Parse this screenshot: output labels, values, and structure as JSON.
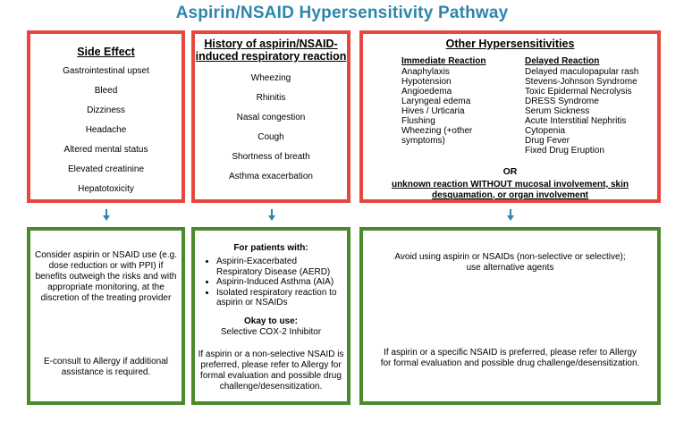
{
  "title": "Aspirin/NSAID Hypersensitivity Pathway",
  "side_effect": {
    "header": "Side Effect",
    "items": [
      "Gastrointestinal upset",
      "Bleed",
      "Dizziness",
      "Headache",
      "Altered mental status",
      "Elevated creatinine",
      "Hepatotoxicity"
    ]
  },
  "respiratory": {
    "header_line1": "History of aspirin/NSAID-",
    "header_line2": "induced respiratory reaction",
    "items": [
      "Wheezing",
      "Rhinitis",
      "Nasal congestion",
      "Cough",
      "Shortness of breath",
      "Asthma exacerbation"
    ]
  },
  "other": {
    "header": "Other Hypersensitivities",
    "immediate_title": "Immediate Reaction",
    "immediate_items": [
      "Anaphylaxis",
      "Hypotension",
      "Angioedema",
      "Laryngeal edema",
      "Hives / Urticaria",
      "Flushing",
      "Wheezing (+other symptoms)"
    ],
    "delayed_title": "Delayed Reaction",
    "delayed_items": [
      "Delayed maculopapular rash",
      "Stevens-Johnson Syndrome",
      "Toxic Epidermal Necrolysis",
      "DRESS Syndrome",
      "Serum Sickness",
      "Acute Interstitial Nephritis",
      "Cytopenia",
      "Drug Fever",
      "Fixed Drug Eruption"
    ],
    "or": "OR",
    "unknown_line1": "unknown reaction WITHOUT mucosal involvement, skin",
    "unknown_line2": "desquamation, or organ involvement"
  },
  "rec_side": {
    "p1_lines": [
      "Consider aspirin or NSAID use (e.g.",
      "dose reduction or with PPI) if",
      "benefits outweigh the risks and with",
      "appropriate monitoring, at the",
      "discretion of the treating provider"
    ],
    "p2_lines": [
      "E-consult to Allergy if additional",
      "assistance is required."
    ]
  },
  "rec_resp": {
    "for_patients": "For patients with:",
    "bullets": [
      "Aspirin-Exacerbated Respiratory Disease (AERD)",
      "Aspirin-Induced Asthma (AIA)",
      "Isolated respiratory reaction to aspirin or NSAIDs"
    ],
    "okay_title": "Okay to use:",
    "okay_item": "Selective COX-2 Inhibitor",
    "p_lines": [
      "If aspirin or a non-selective NSAID is",
      "preferred, please refer to Allergy for",
      "formal evaluation and possible drug",
      "challenge/desensitization."
    ]
  },
  "rec_other": {
    "p1_lines": [
      "Avoid using aspirin or NSAIDs (non-selective or selective);",
      "use alternative agents"
    ],
    "p2_lines": [
      "If aspirin or a specific NSAID is preferred, please refer to Allergy",
      "for formal evaluation and possible drug challenge/desensitization."
    ]
  },
  "colors": {
    "title": "#2e86ab",
    "red_border": "#e8473e",
    "green_border": "#4a8a2c",
    "arrow": "#2e86ab"
  }
}
